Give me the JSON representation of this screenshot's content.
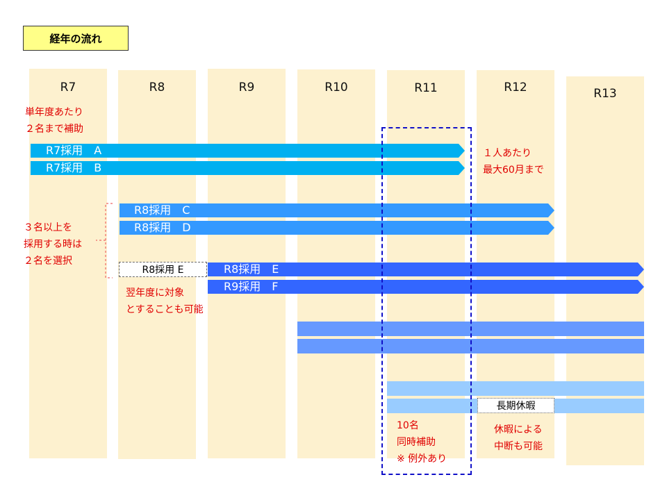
{
  "title": "経年の流れ",
  "years": [
    "R7",
    "R8",
    "R9",
    "R10",
    "R11",
    "R12",
    "R13"
  ],
  "bars": [
    {
      "label": "R7採用　A",
      "color": "#00b0f0"
    },
    {
      "label": "R7採用　B",
      "color": "#00b0f0"
    },
    {
      "label": "R8採用　C",
      "color": "#3399ff"
    },
    {
      "label": "R8採用　D",
      "color": "#3399ff"
    },
    {
      "label": "R8採用　E",
      "color": "#3366ff"
    },
    {
      "label": "R9採用　F",
      "color": "#3366ff"
    }
  ],
  "plain_bar_colors": {
    "r10": "#6699ff",
    "r11": "#99ccff"
  },
  "notes": {
    "single_year": [
      "単年度あたり",
      "２名まで補助"
    ],
    "per_person": [
      "１人あたり",
      "最大60月まで"
    ],
    "three_or_more": [
      "３名以上を",
      "採用する時は",
      "２名を選択"
    ],
    "next_year": [
      "翌年度に対象",
      "とすることも可能"
    ],
    "simultaneous": [
      "10名",
      "同時補助",
      "※ 例外あり"
    ],
    "leave_note": [
      "休暇による",
      "中断も可能"
    ]
  },
  "deferred_label": "R8採用 E",
  "leave_label": "長期休暇",
  "colors": {
    "column": "#fdf1cf",
    "title_bg": "#ffff88",
    "note_red": "#e00000",
    "frame_blue": "#1010c8"
  }
}
